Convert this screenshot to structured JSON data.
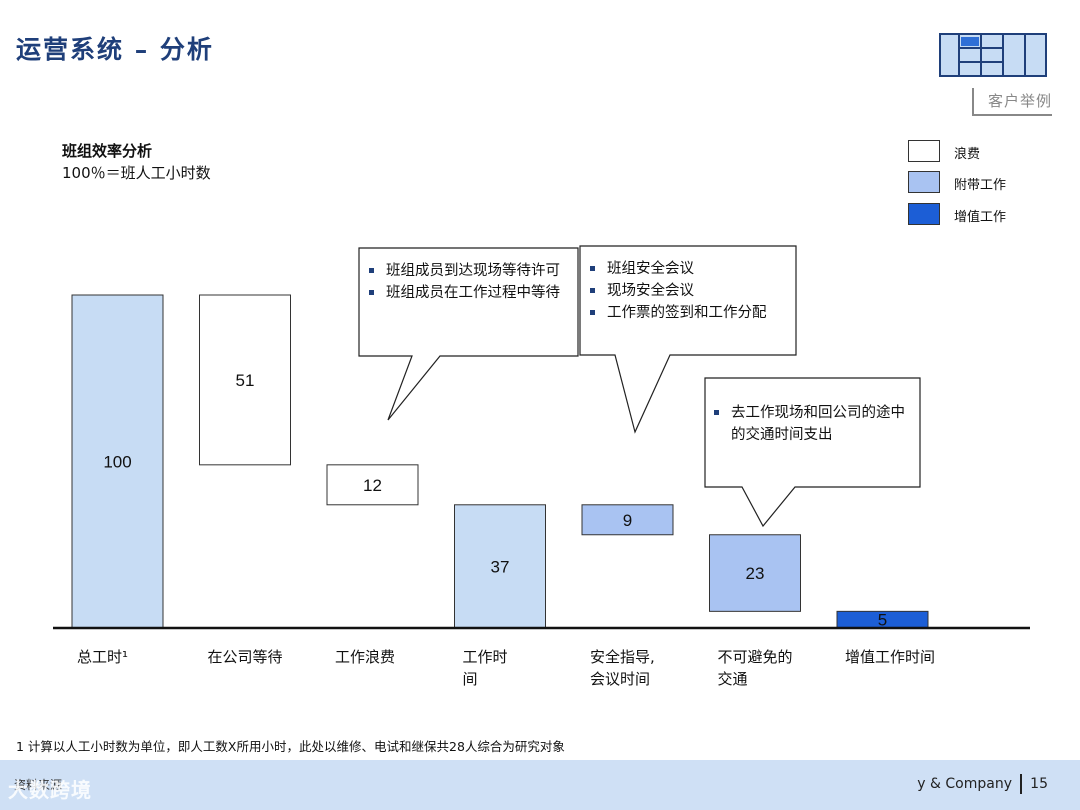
{
  "header": {
    "title": "运营系统 – 分析",
    "case_tag": "客户举例"
  },
  "subtitle": {
    "line1": "班组效率分析",
    "line2": "100％＝班人工小时数"
  },
  "legend": [
    {
      "label": "浪费",
      "color": "#ffffff"
    },
    {
      "label": "附带工作",
      "color": "#a9c3f2"
    },
    {
      "label": "增值工作",
      "color": "#1c5ed6"
    }
  ],
  "colors": {
    "total": "#c7dcf4",
    "waste": "#ffffff",
    "incidental": "#a9c3f2",
    "value_added": "#1c5ed6",
    "title": "#1f3f7a",
    "footer": "#cfe0f5"
  },
  "chart_data": {
    "type": "bar",
    "subtype": "waterfall",
    "title": "班组效率分析",
    "subtitle": "100％＝班人工小时数",
    "categories": [
      "总工时¹",
      "在公司等待",
      "工作浪费",
      "工作时间",
      "安全指导, 会议时间",
      "不可避免的交通",
      "增值工作时间"
    ],
    "category_lines": [
      [
        "总工时¹"
      ],
      [
        "在公司等待"
      ],
      [
        "工作浪费"
      ],
      [
        "工作时",
        "间"
      ],
      [
        "安全指导,",
        "会议时间"
      ],
      [
        "不可避免的",
        "交通"
      ],
      [
        "增值工作时间"
      ]
    ],
    "values": [
      100,
      51,
      12,
      37,
      9,
      23,
      5
    ],
    "bar_kind": [
      "total",
      "waste",
      "waste",
      "total",
      "incidental",
      "incidental",
      "value_added"
    ],
    "ranges": [
      [
        0,
        100
      ],
      [
        49,
        100
      ],
      [
        37,
        49
      ],
      [
        0,
        37
      ],
      [
        28,
        37
      ],
      [
        5,
        28
      ],
      [
        0,
        5
      ]
    ],
    "ylim": [
      0,
      100
    ],
    "legend": [
      "浪费",
      "附带工作",
      "增值工作"
    ],
    "legend_position": "top-right",
    "grid": false
  },
  "callouts": [
    {
      "items": [
        "班组成员到达现场等待许可",
        "班组成员在工作过程中等待"
      ]
    },
    {
      "items": [
        "班组安全会议",
        "现场安全会议",
        "工作票的签到和工作分配"
      ]
    },
    {
      "items": [
        "去工作现场和回公司的途中的交通时间支出"
      ]
    }
  ],
  "footnote": "1 计算以人工小时数为单位，即人工数X所用小时，此处以维修、电试和继保共28人综合为研究对象",
  "footer": {
    "source": "资料来源",
    "watermark": "大数跨境",
    "company": "y & Company",
    "page": "15"
  }
}
